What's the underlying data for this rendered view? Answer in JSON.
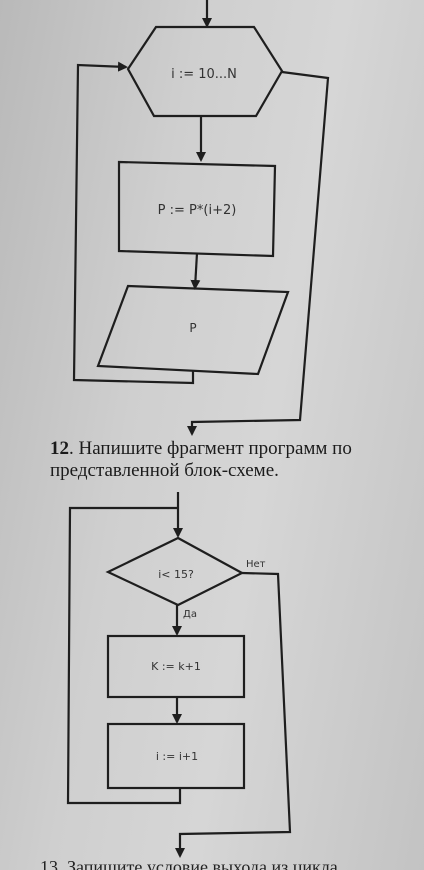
{
  "flowchart1": {
    "loop_label": "i := 10...N",
    "process_label": "P := P*(i+2)",
    "output_label": "P"
  },
  "task12": {
    "number": "12",
    "line1": ". Напишите фрагмент программ по",
    "line2": "представленной блок-схеме."
  },
  "flowchart2": {
    "condition_label": "i< 15?",
    "yes_label": "Да",
    "no_label": "Нет",
    "process1_label": "K := k+1",
    "process2_label": "i := i+1"
  },
  "footer": {
    "text": "13. Запишите условие выхода из цикла"
  }
}
